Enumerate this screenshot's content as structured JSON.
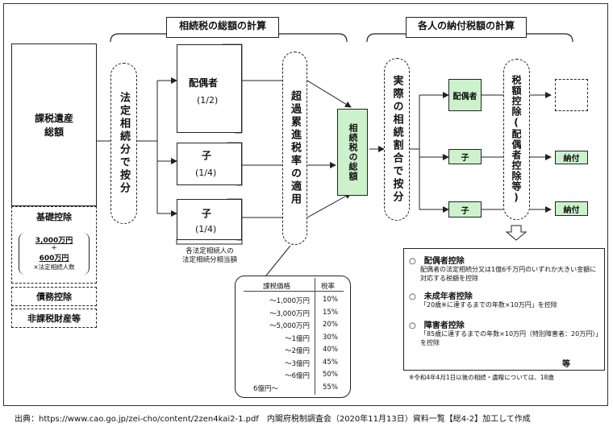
{
  "headers": {
    "total_calc": "相続税の総額の計算",
    "individual_calc": "各人の納付税額の計算"
  },
  "estate": {
    "title": "課税遺産\n総額",
    "basic_deduction": "基礎控除",
    "deduction_amount_1": "3,000万円",
    "plus": "+",
    "deduction_amount_2": "600万円",
    "deduction_note": "×法定相続人数",
    "debt_deduction": "債務控除",
    "non_taxable": "非課税財産等"
  },
  "legal_split": "法定相続分で按分",
  "heirs": [
    {
      "name": "配偶者",
      "share": "(1/2)"
    },
    {
      "name": "子",
      "share": "(1/4)"
    },
    {
      "name": "子",
      "share": "(1/4)"
    }
  ],
  "heirs_note": "各法定相続人の\n法定相続分相当額",
  "progressive_rate": "超過累進税率の適用",
  "total_tax": "相続税の総額",
  "actual_split": "実際の相続割合で按分",
  "individuals": [
    "配偶者",
    "子",
    "子"
  ],
  "tax_credit": "税額控除(配偶者控除等)",
  "payments": [
    "納付",
    "納付"
  ],
  "rate_table": {
    "headers": [
      "課税価格",
      "税率"
    ],
    "rows": [
      [
        "～1,000万円",
        "10%"
      ],
      [
        "～3,000万円",
        "15%"
      ],
      [
        "～5,000万円",
        "20%"
      ],
      [
        "～1億円",
        "30%"
      ],
      [
        "～2億円",
        "40%"
      ],
      [
        "～3億円",
        "45%"
      ],
      [
        "～6億円",
        "50%"
      ],
      [
        "6億円～",
        "55%"
      ]
    ]
  },
  "deductions": {
    "spouse_title": "配偶者控除",
    "spouse_desc": "配偶者の法定相続分又は1億6千万円のいずれか大きい金額に対応する税額を控除",
    "minor_title": "未成年者控除",
    "minor_desc": "「20歳※に達するまでの年数×10万円」を控除",
    "disabled_title": "障害者控除",
    "disabled_desc": "「85歳に達するまでの年数×10万円（特別障害者：20万円）」を控除",
    "etc": "等",
    "footnote": "※令和4年4月1日以後の相続・遺贈については、18歳"
  },
  "caption": "出典：https://www.cao.go.jp/zei-cho/content/2zen4kai2-1.pdf　内閣府税制調査会（2020年11月13日）資料一覧【総4-2】加工して作成"
}
